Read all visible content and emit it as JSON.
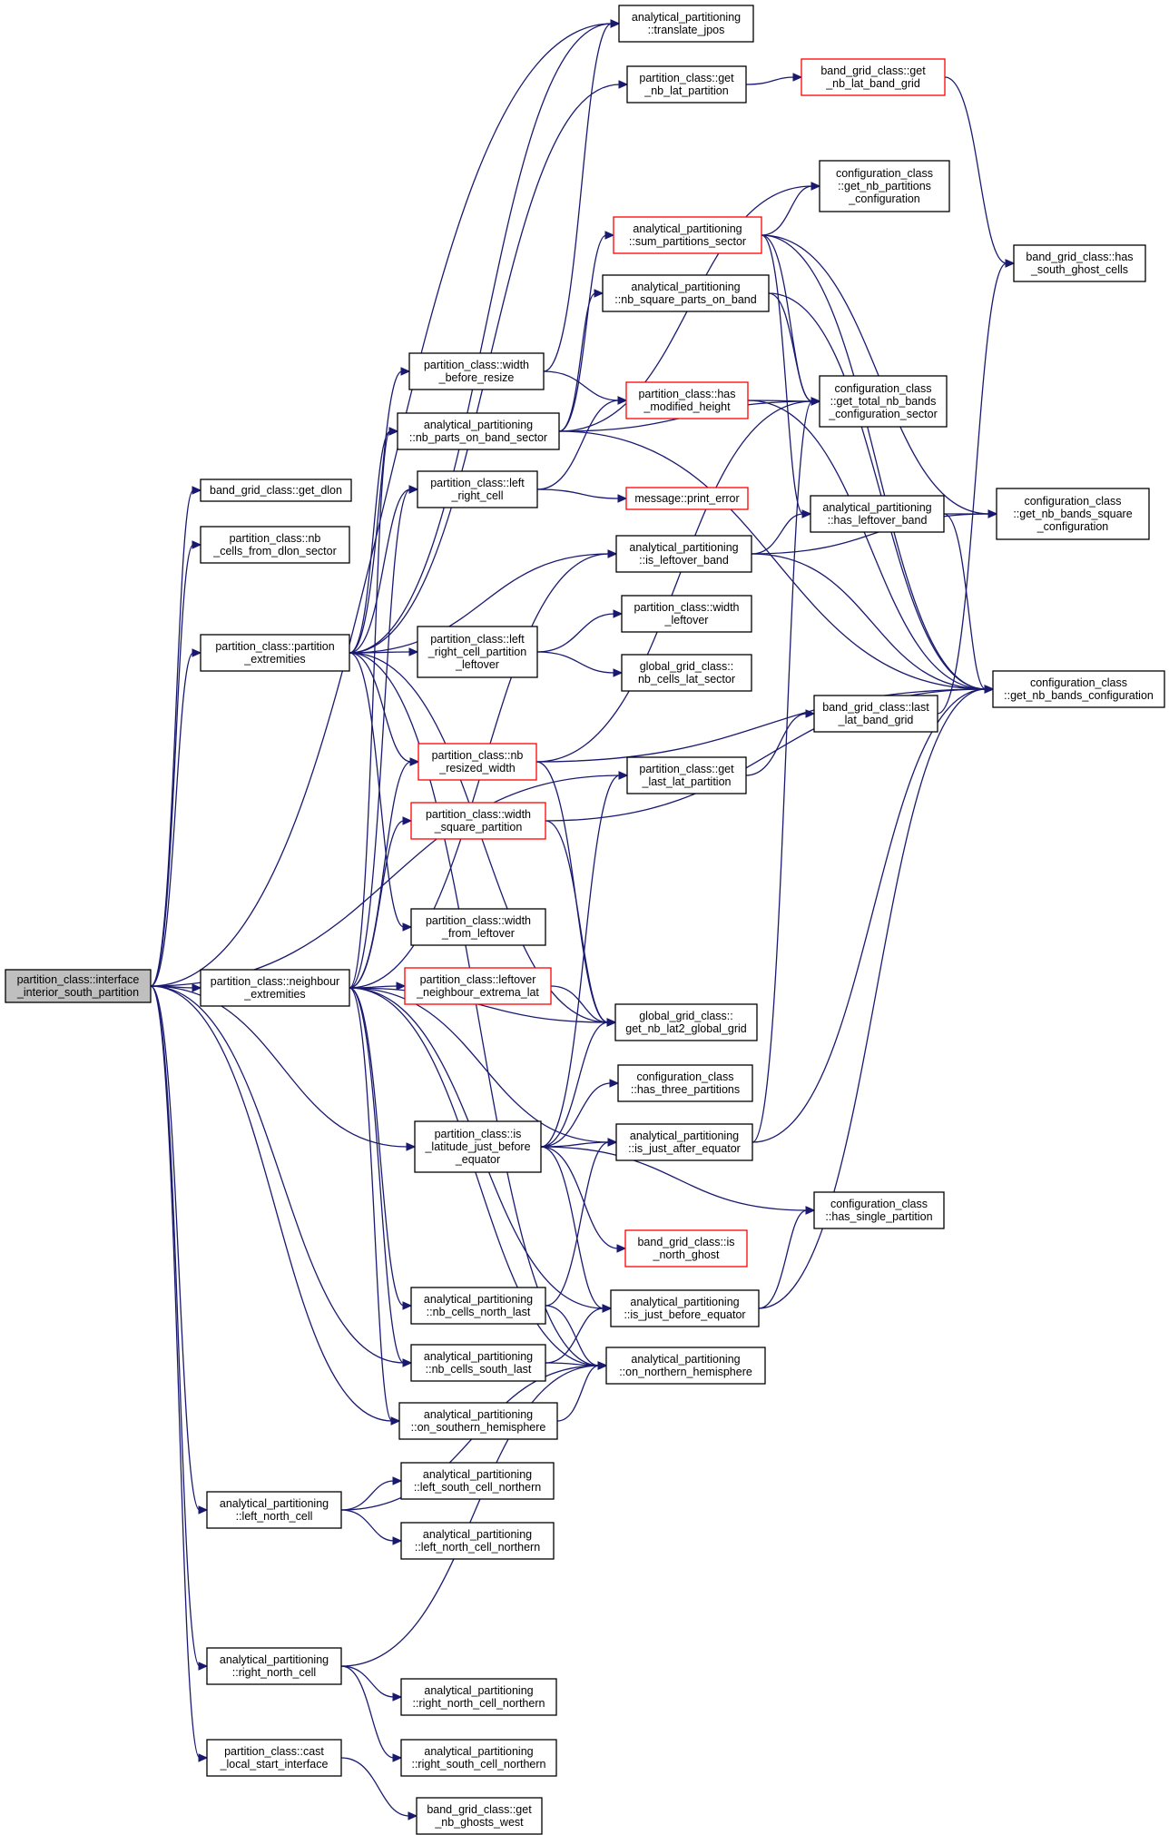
{
  "graph": {
    "colors": {
      "edge": "#191970",
      "node_border": "#000000",
      "highlight_border": "#ff0000",
      "root_fill": "#bfbfbf"
    },
    "nodes": [
      {
        "id": "root",
        "lines": [
          "partition_class::interface",
          "_interior_south_partition"
        ],
        "style": "root"
      },
      {
        "id": "translate_jpos",
        "lines": [
          "analytical_partitioning",
          "::translate_jpos"
        ],
        "style": "normal"
      },
      {
        "id": "get_nb_lat_partition",
        "lines": [
          "partition_class::get",
          "_nb_lat_partition"
        ],
        "style": "normal"
      },
      {
        "id": "get_nb_lat_band_grid",
        "lines": [
          "band_grid_class::get",
          "_nb_lat_band_grid"
        ],
        "style": "red"
      },
      {
        "id": "get_nb_partitions_configuration",
        "lines": [
          "configuration_class",
          "::get_nb_partitions",
          "_configuration"
        ],
        "style": "normal"
      },
      {
        "id": "sum_partitions_sector",
        "lines": [
          "analytical_partitioning",
          "::sum_partitions_sector"
        ],
        "style": "red"
      },
      {
        "id": "has_south_ghost_cells",
        "lines": [
          "band_grid_class::has",
          "_south_ghost_cells"
        ],
        "style": "normal"
      },
      {
        "id": "nb_square_parts_on_band",
        "lines": [
          "analytical_partitioning",
          "::nb_square_parts_on_band"
        ],
        "style": "normal"
      },
      {
        "id": "width_before_resize",
        "lines": [
          "partition_class::width",
          "_before_resize"
        ],
        "style": "normal"
      },
      {
        "id": "has_modified_height",
        "lines": [
          "partition_class::has",
          "_modified_height"
        ],
        "style": "red"
      },
      {
        "id": "get_total_nb_bands",
        "lines": [
          "configuration_class",
          "::get_total_nb_bands",
          "_configuration_sector"
        ],
        "style": "normal"
      },
      {
        "id": "nb_parts_on_band_sector",
        "lines": [
          "analytical_partitioning",
          "::nb_parts_on_band_sector"
        ],
        "style": "normal"
      },
      {
        "id": "get_dlon",
        "lines": [
          "band_grid_class::get_dlon"
        ],
        "style": "normal"
      },
      {
        "id": "left_right_cell",
        "lines": [
          "partition_class::left",
          "_right_cell"
        ],
        "style": "normal"
      },
      {
        "id": "print_error",
        "lines": [
          "message::print_error"
        ],
        "style": "red"
      },
      {
        "id": "has_leftover_band",
        "lines": [
          "analytical_partitioning",
          "::has_leftover_band"
        ],
        "style": "normal"
      },
      {
        "id": "get_nb_bands_square",
        "lines": [
          "configuration_class",
          "::get_nb_bands_square",
          "_configuration"
        ],
        "style": "normal"
      },
      {
        "id": "nb_cells_from_dlon_sector",
        "lines": [
          "partition_class::nb",
          "_cells_from_dlon_sector"
        ],
        "style": "normal"
      },
      {
        "id": "is_leftover_band",
        "lines": [
          "analytical_partitioning",
          "::is_leftover_band"
        ],
        "style": "normal"
      },
      {
        "id": "width_leftover",
        "lines": [
          "partition_class::width",
          "_leftover"
        ],
        "style": "normal"
      },
      {
        "id": "partition_extremities",
        "lines": [
          "partition_class::partition",
          "_extremities"
        ],
        "style": "normal"
      },
      {
        "id": "left_right_cell_partition_leftover",
        "lines": [
          "partition_class::left",
          "_right_cell_partition",
          "_leftover"
        ],
        "style": "normal"
      },
      {
        "id": "nb_cells_lat_sector",
        "lines": [
          "global_grid_class::",
          "nb_cells_lat_sector"
        ],
        "style": "normal"
      },
      {
        "id": "get_nb_bands_configuration",
        "lines": [
          "configuration_class",
          "::get_nb_bands_configuration"
        ],
        "style": "normal"
      },
      {
        "id": "last_lat_band_grid",
        "lines": [
          "band_grid_class::last",
          "_lat_band_grid"
        ],
        "style": "normal"
      },
      {
        "id": "nb_resized_width",
        "lines": [
          "partition_class::nb",
          "_resized_width"
        ],
        "style": "red"
      },
      {
        "id": "get_last_lat_partition",
        "lines": [
          "partition_class::get",
          "_last_lat_partition"
        ],
        "style": "normal"
      },
      {
        "id": "width_square_partition",
        "lines": [
          "partition_class::width",
          "_square_partition"
        ],
        "style": "red"
      },
      {
        "id": "width_from_leftover",
        "lines": [
          "partition_class::width",
          "_from_leftover"
        ],
        "style": "normal"
      },
      {
        "id": "neighbour_extremities",
        "lines": [
          "partition_class::neighbour",
          "_extremities"
        ],
        "style": "normal"
      },
      {
        "id": "leftover_neighbour_extrema_lat",
        "lines": [
          "partition_class::leftover",
          "_neighbour_extrema_lat"
        ],
        "style": "red"
      },
      {
        "id": "get_nb_lat2_global_grid",
        "lines": [
          "global_grid_class::",
          "get_nb_lat2_global_grid"
        ],
        "style": "normal"
      },
      {
        "id": "has_three_partitions",
        "lines": [
          "configuration_class",
          "::has_three_partitions"
        ],
        "style": "normal"
      },
      {
        "id": "is_latitude_just_before_equator",
        "lines": [
          "partition_class::is",
          "_latitude_just_before",
          "_equator"
        ],
        "style": "normal"
      },
      {
        "id": "is_just_after_equator",
        "lines": [
          "analytical_partitioning",
          "::is_just_after_equator"
        ],
        "style": "normal"
      },
      {
        "id": "has_single_partition",
        "lines": [
          "configuration_class",
          "::has_single_partition"
        ],
        "style": "normal"
      },
      {
        "id": "is_north_ghost",
        "lines": [
          "band_grid_class::is",
          "_north_ghost"
        ],
        "style": "red"
      },
      {
        "id": "nb_cells_north_last",
        "lines": [
          "analytical_partitioning",
          "::nb_cells_north_last"
        ],
        "style": "normal"
      },
      {
        "id": "is_just_before_equator",
        "lines": [
          "analytical_partitioning",
          "::is_just_before_equator"
        ],
        "style": "normal"
      },
      {
        "id": "nb_cells_south_last",
        "lines": [
          "analytical_partitioning",
          "::nb_cells_south_last"
        ],
        "style": "normal"
      },
      {
        "id": "on_northern_hemisphere",
        "lines": [
          "analytical_partitioning",
          "::on_northern_hemisphere"
        ],
        "style": "normal"
      },
      {
        "id": "on_southern_hemisphere",
        "lines": [
          "analytical_partitioning",
          "::on_southern_hemisphere"
        ],
        "style": "normal"
      },
      {
        "id": "left_south_cell_northern",
        "lines": [
          "analytical_partitioning",
          "::left_south_cell_northern"
        ],
        "style": "normal"
      },
      {
        "id": "left_north_cell",
        "lines": [
          "analytical_partitioning",
          "::left_north_cell"
        ],
        "style": "normal"
      },
      {
        "id": "left_north_cell_northern",
        "lines": [
          "analytical_partitioning",
          "::left_north_cell_northern"
        ],
        "style": "normal"
      },
      {
        "id": "right_north_cell",
        "lines": [
          "analytical_partitioning",
          "::right_north_cell"
        ],
        "style": "normal"
      },
      {
        "id": "right_north_cell_northern",
        "lines": [
          "analytical_partitioning",
          "::right_north_cell_northern"
        ],
        "style": "normal"
      },
      {
        "id": "cast_local_start_interface",
        "lines": [
          "partition_class::cast",
          "_local_start_interface"
        ],
        "style": "normal"
      },
      {
        "id": "right_south_cell_northern",
        "lines": [
          "analytical_partitioning",
          "::right_south_cell_northern"
        ],
        "style": "normal"
      },
      {
        "id": "get_nb_ghosts_west",
        "lines": [
          "band_grid_class::get",
          "_nb_ghosts_west"
        ],
        "style": "normal"
      }
    ],
    "edges": [
      [
        "root",
        "translate_jpos"
      ],
      [
        "root",
        "get_dlon"
      ],
      [
        "root",
        "nb_cells_from_dlon_sector"
      ],
      [
        "root",
        "partition_extremities"
      ],
      [
        "root",
        "get_last_lat_partition"
      ],
      [
        "root",
        "neighbour_extremities"
      ],
      [
        "root",
        "is_latitude_just_before_equator"
      ],
      [
        "root",
        "nb_cells_south_last"
      ],
      [
        "root",
        "on_southern_hemisphere"
      ],
      [
        "root",
        "left_north_cell"
      ],
      [
        "root",
        "right_north_cell"
      ],
      [
        "root",
        "cast_local_start_interface"
      ],
      [
        "get_nb_lat_partition",
        "get_nb_lat_band_grid"
      ],
      [
        "get_nb_lat_band_grid",
        "has_south_ghost_cells"
      ],
      [
        "sum_partitions_sector",
        "get_nb_partitions_configuration"
      ],
      [
        "sum_partitions_sector",
        "get_total_nb_bands"
      ],
      [
        "sum_partitions_sector",
        "has_leftover_band"
      ],
      [
        "sum_partitions_sector",
        "get_nb_bands_square"
      ],
      [
        "sum_partitions_sector",
        "get_nb_bands_configuration"
      ],
      [
        "nb_square_parts_on_band",
        "get_total_nb_bands"
      ],
      [
        "nb_square_parts_on_band",
        "get_nb_bands_configuration"
      ],
      [
        "width_before_resize",
        "translate_jpos"
      ],
      [
        "width_before_resize",
        "has_modified_height"
      ],
      [
        "has_modified_height",
        "get_total_nb_bands"
      ],
      [
        "has_modified_height",
        "get_nb_bands_configuration"
      ],
      [
        "nb_parts_on_band_sector",
        "get_nb_partitions_configuration"
      ],
      [
        "nb_parts_on_band_sector",
        "sum_partitions_sector"
      ],
      [
        "nb_parts_on_band_sector",
        "nb_square_parts_on_band"
      ],
      [
        "nb_parts_on_band_sector",
        "get_total_nb_bands"
      ],
      [
        "nb_parts_on_band_sector",
        "get_nb_bands_configuration"
      ],
      [
        "left_right_cell",
        "has_modified_height"
      ],
      [
        "left_right_cell",
        "print_error"
      ],
      [
        "has_leftover_band",
        "get_nb_bands_square"
      ],
      [
        "has_leftover_band",
        "get_nb_bands_configuration"
      ],
      [
        "is_leftover_band",
        "has_leftover_band"
      ],
      [
        "is_leftover_band",
        "get_nb_bands_square"
      ],
      [
        "is_leftover_band",
        "get_nb_bands_configuration"
      ],
      [
        "partition_extremities",
        "translate_jpos"
      ],
      [
        "partition_extremities",
        "get_nb_lat_partition"
      ],
      [
        "partition_extremities",
        "width_before_resize"
      ],
      [
        "partition_extremities",
        "nb_parts_on_band_sector"
      ],
      [
        "partition_extremities",
        "left_right_cell"
      ],
      [
        "partition_extremities",
        "is_leftover_band"
      ],
      [
        "partition_extremities",
        "left_right_cell_partition_leftover"
      ],
      [
        "partition_extremities",
        "nb_resized_width"
      ],
      [
        "partition_extremities",
        "width_from_leftover"
      ],
      [
        "partition_extremities",
        "get_nb_lat2_global_grid"
      ],
      [
        "partition_extremities",
        "on_northern_hemisphere"
      ],
      [
        "left_right_cell_partition_leftover",
        "width_leftover"
      ],
      [
        "left_right_cell_partition_leftover",
        "nb_cells_lat_sector"
      ],
      [
        "last_lat_band_grid",
        "has_south_ghost_cells"
      ],
      [
        "nb_resized_width",
        "get_total_nb_bands"
      ],
      [
        "nb_resized_width",
        "get_nb_bands_configuration"
      ],
      [
        "nb_resized_width",
        "get_nb_lat2_global_grid"
      ],
      [
        "get_last_lat_partition",
        "last_lat_band_grid"
      ],
      [
        "width_square_partition",
        "get_nb_bands_configuration"
      ],
      [
        "width_square_partition",
        "get_nb_lat2_global_grid"
      ],
      [
        "neighbour_extremities",
        "nb_parts_on_band_sector"
      ],
      [
        "neighbour_extremities",
        "left_right_cell"
      ],
      [
        "neighbour_extremities",
        "is_leftover_band"
      ],
      [
        "neighbour_extremities",
        "nb_resized_width"
      ],
      [
        "neighbour_extremities",
        "width_square_partition"
      ],
      [
        "neighbour_extremities",
        "leftover_neighbour_extrema_lat"
      ],
      [
        "neighbour_extremities",
        "get_nb_lat2_global_grid"
      ],
      [
        "neighbour_extremities",
        "is_just_after_equator"
      ],
      [
        "neighbour_extremities",
        "nb_cells_north_last"
      ],
      [
        "neighbour_extremities",
        "is_just_before_equator"
      ],
      [
        "neighbour_extremities",
        "nb_cells_south_last"
      ],
      [
        "neighbour_extremities",
        "on_northern_hemisphere"
      ],
      [
        "neighbour_extremities",
        "on_southern_hemisphere"
      ],
      [
        "leftover_neighbour_extrema_lat",
        "get_nb_lat2_global_grid"
      ],
      [
        "is_latitude_just_before_equator",
        "get_last_lat_partition"
      ],
      [
        "is_latitude_just_before_equator",
        "get_nb_lat2_global_grid"
      ],
      [
        "is_latitude_just_before_equator",
        "has_three_partitions"
      ],
      [
        "is_latitude_just_before_equator",
        "is_just_after_equator"
      ],
      [
        "is_latitude_just_before_equator",
        "has_single_partition"
      ],
      [
        "is_latitude_just_before_equator",
        "is_north_ghost"
      ],
      [
        "is_latitude_just_before_equator",
        "is_just_before_equator"
      ],
      [
        "is_just_after_equator",
        "get_total_nb_bands"
      ],
      [
        "is_just_after_equator",
        "get_nb_bands_configuration"
      ],
      [
        "nb_cells_north_last",
        "is_just_after_equator"
      ],
      [
        "nb_cells_north_last",
        "on_northern_hemisphere"
      ],
      [
        "is_just_before_equator",
        "has_single_partition"
      ],
      [
        "is_just_before_equator",
        "get_nb_bands_configuration"
      ],
      [
        "nb_cells_south_last",
        "is_just_before_equator"
      ],
      [
        "nb_cells_south_last",
        "on_northern_hemisphere"
      ],
      [
        "on_southern_hemisphere",
        "on_northern_hemisphere"
      ],
      [
        "left_north_cell",
        "left_south_cell_northern"
      ],
      [
        "left_north_cell",
        "left_north_cell_northern"
      ],
      [
        "left_north_cell",
        "on_northern_hemisphere"
      ],
      [
        "right_north_cell",
        "right_north_cell_northern"
      ],
      [
        "right_north_cell",
        "right_south_cell_northern"
      ],
      [
        "right_north_cell",
        "on_northern_hemisphere"
      ],
      [
        "cast_local_start_interface",
        "get_nb_ghosts_west"
      ]
    ]
  }
}
